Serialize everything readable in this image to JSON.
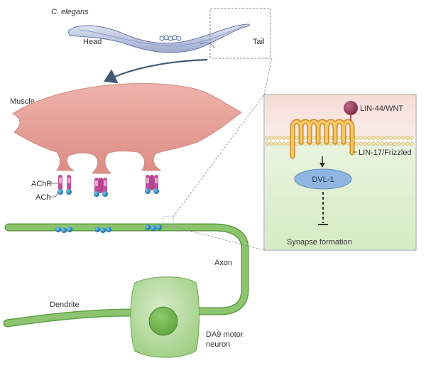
{
  "organism": {
    "name": "C. elegans",
    "head_label": "Head",
    "tail_label": "Tail"
  },
  "muscle": {
    "label": "Muscle",
    "receptor_label": "AChR",
    "transmitter_label": "ACh"
  },
  "inset": {
    "ligand_label": "LIN-44/WNT",
    "receptor_label": "LIN-17/Frizzled",
    "effector_label": "DVL-1",
    "outcome_label": "Synapse formation"
  },
  "neuron": {
    "axon_label": "Axon",
    "dendrite_label": "Dendrite",
    "cell_label_line1": "DA9 motor",
    "cell_label_line2": "neuron"
  },
  "colors": {
    "muscle": "#e7a19a",
    "neuron": "#8cc56d",
    "neuron_light": "#c6e3b0",
    "vesicle": "#1f86c6",
    "receptor": "#c04f9a",
    "frizzled": "#f0b84a",
    "wnt": "#9c3a5c",
    "dvl": "#8fb6e0",
    "worm": "#b8c3e0"
  },
  "icons": [
    "worm-illustration",
    "arrow-icon",
    "vesicle-cluster-icon",
    "inhibition-icon"
  ]
}
